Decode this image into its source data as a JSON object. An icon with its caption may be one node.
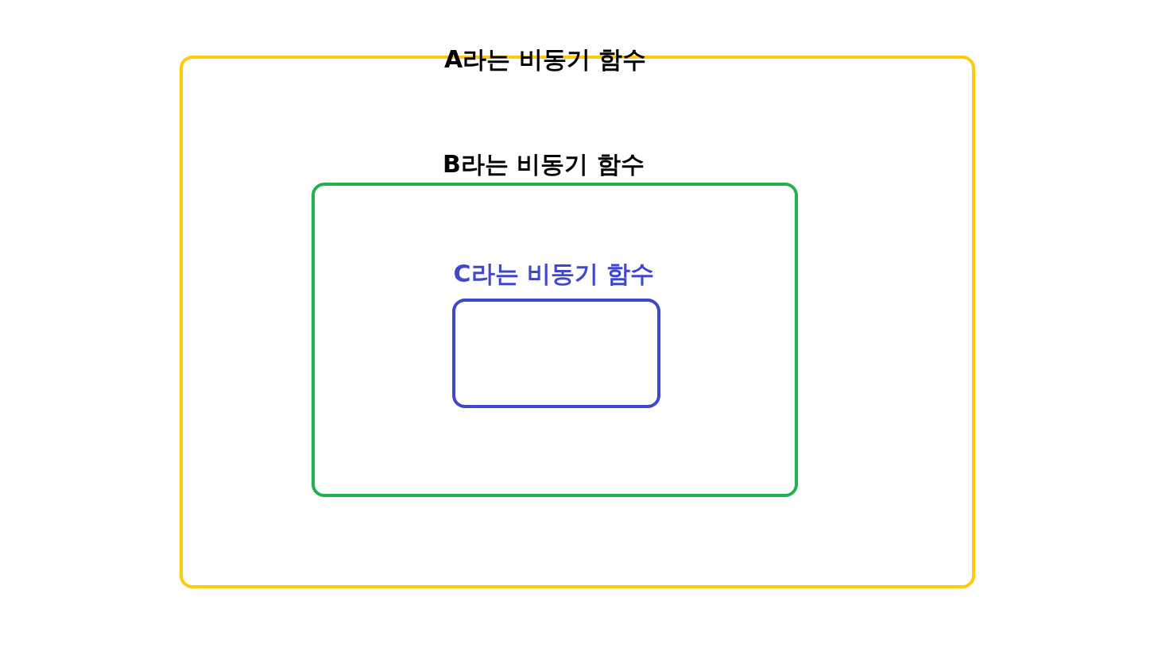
{
  "diagram": {
    "nodes": [
      {
        "text": [
          "A라는 비동기 함수"
        ]
      },
      {
        "text": [
          "B라는 비동기 함수"
        ],
        "in": 0
      },
      {
        "text": [
          "C라는 비동기 함수"
        ],
        "in": 1
      }
    ]
  }
}
